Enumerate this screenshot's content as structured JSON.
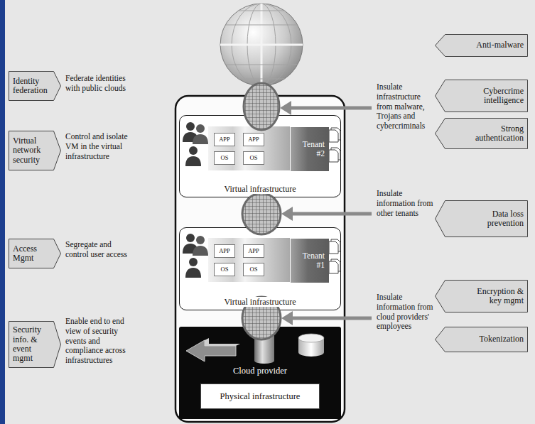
{
  "diagram": {
    "nodes": [
      {
        "text": [
          "Identity federation"
        ]
      },
      {
        "text": [
          "Virtual network security"
        ]
      },
      {
        "text": [
          "Access Mgmt"
        ]
      },
      {
        "text": [
          "Security info. & event mgmt"
        ]
      },
      {
        "text": [
          "Virtual infrastructure"
        ]
      },
      {
        "text": [
          "APP"
        ],
        "in": 4
      },
      {
        "text": [
          "OS"
        ],
        "in": 4
      },
      {
        "text": [
          "APP"
        ],
        "in": 4
      },
      {
        "text": [
          "OS"
        ],
        "in": 4
      },
      {
        "text": [
          "Tenant #2"
        ],
        "in": 4
      },
      {
        "text": [
          "Virtual infrastructure"
        ]
      },
      {
        "text": [
          "APP"
        ],
        "in": 10
      },
      {
        "text": [
          "OS"
        ],
        "in": 10
      },
      {
        "text": [
          "APP"
        ],
        "in": 10
      },
      {
        "text": [
          "OS"
        ],
        "in": 10
      },
      {
        "text": [
          "Tenant #1"
        ],
        "in": 10
      },
      {
        "text": [
          "Cloud provider"
        ]
      },
      {
        "text": [
          "Physical infrastructure"
        ],
        "in": 16
      },
      {
        "text": [
          "Anti-malware"
        ]
      },
      {
        "text": [
          "Cybercrime intelligence"
        ]
      },
      {
        "text": [
          "Strong authentication"
        ]
      },
      {
        "text": [
          "Data loss prevention"
        ]
      },
      {
        "text": [
          "Encryption & key mgmt"
        ]
      },
      {
        "text": [
          "Tokenization"
        ]
      }
    ],
    "labels": [
      "Federate identities with public clouds",
      "Control and isolate VM in the virtual infrastructure",
      "Segregate and control user access",
      "Enable end to end view of security events and compliance across infrastructures",
      "Insulate infrastructure from malware, Trojans and cybercriminals",
      "Insulate information from other tenants",
      "Insulate information from cloud providers' employees"
    ]
  }
}
